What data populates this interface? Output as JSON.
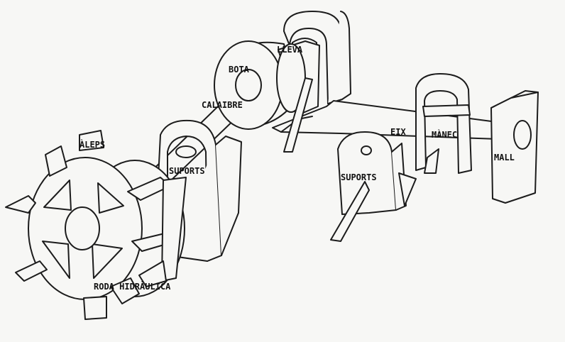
{
  "labels": {
    "aleps": "ÀLEPS",
    "bota": "BOTA",
    "lleva": "LLEVA",
    "calaibre": "CALAIBRE",
    "suports_left": "SUPORTS",
    "suports_right": "SUPORTS",
    "eix": "EIX",
    "manec": "MÀNEC",
    "mall": "MALL",
    "roda": "RODA HIDRÀULICA"
  },
  "colors": {
    "ink": "#1c1c1c",
    "paper": "#f7f7f5"
  }
}
